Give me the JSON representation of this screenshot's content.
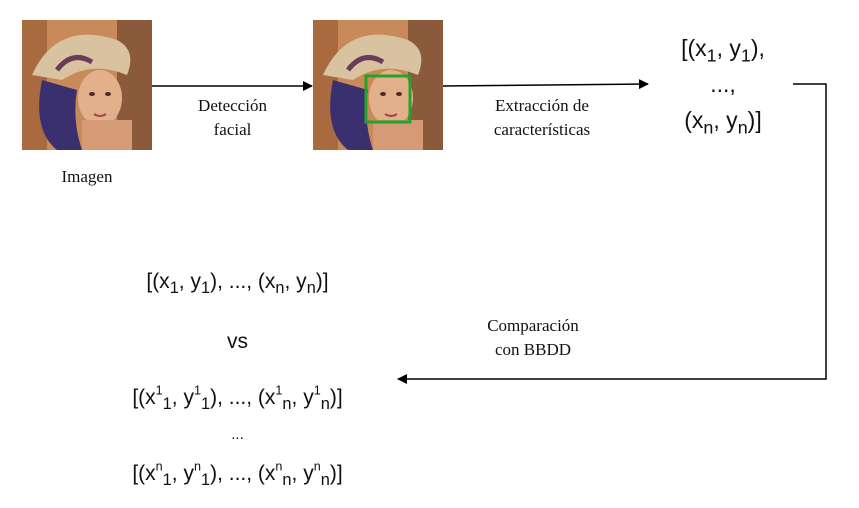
{
  "input_label": "Imagen",
  "step_detection": {
    "line1": "Detección",
    "line2": "facial"
  },
  "step_extraction": {
    "line1": "Extracción de",
    "line2": "características"
  },
  "step_comparison": {
    "line1": "Comparación",
    "line2": "con BBDD"
  },
  "features_vector": {
    "open": "[(x",
    "s1": "1",
    "comma1": ", y",
    "s2": "1",
    "close1": "),",
    "ellipsis": "...,",
    "open2": "(x",
    "s3": "n",
    "comma2": ", y",
    "s4": "n",
    "close2": ")]"
  },
  "query_vector": {
    "a": "[(x",
    "b": "1",
    "c": ", y",
    "d": "1",
    "e": "), ..., (x",
    "f": "n",
    "g": ", y",
    "h": "n",
    "i": ")]"
  },
  "vs_label": "vs",
  "db_row_1": {
    "a": "[(x",
    "sup1": "1",
    "sub1": "1",
    "b": ", y",
    "sup2": "1",
    "sub2": "1",
    "c": "), ..., (x",
    "sup3": "1",
    "sub3": "n",
    "d": ", y",
    "sup4": "1",
    "sub4": "n",
    "e": ")]"
  },
  "db_ellipsis": "...",
  "db_row_n": {
    "a": "[(x",
    "sup1": "n",
    "sub1": "1",
    "b": ", y",
    "sup2": "n",
    "sub2": "1",
    "c": "), ..., (x",
    "sup3": "n",
    "sub3": "n",
    "d": ", y",
    "sup4": "n",
    "sub4": "n",
    "e": ")]"
  },
  "face_box_color": "#22a32a"
}
